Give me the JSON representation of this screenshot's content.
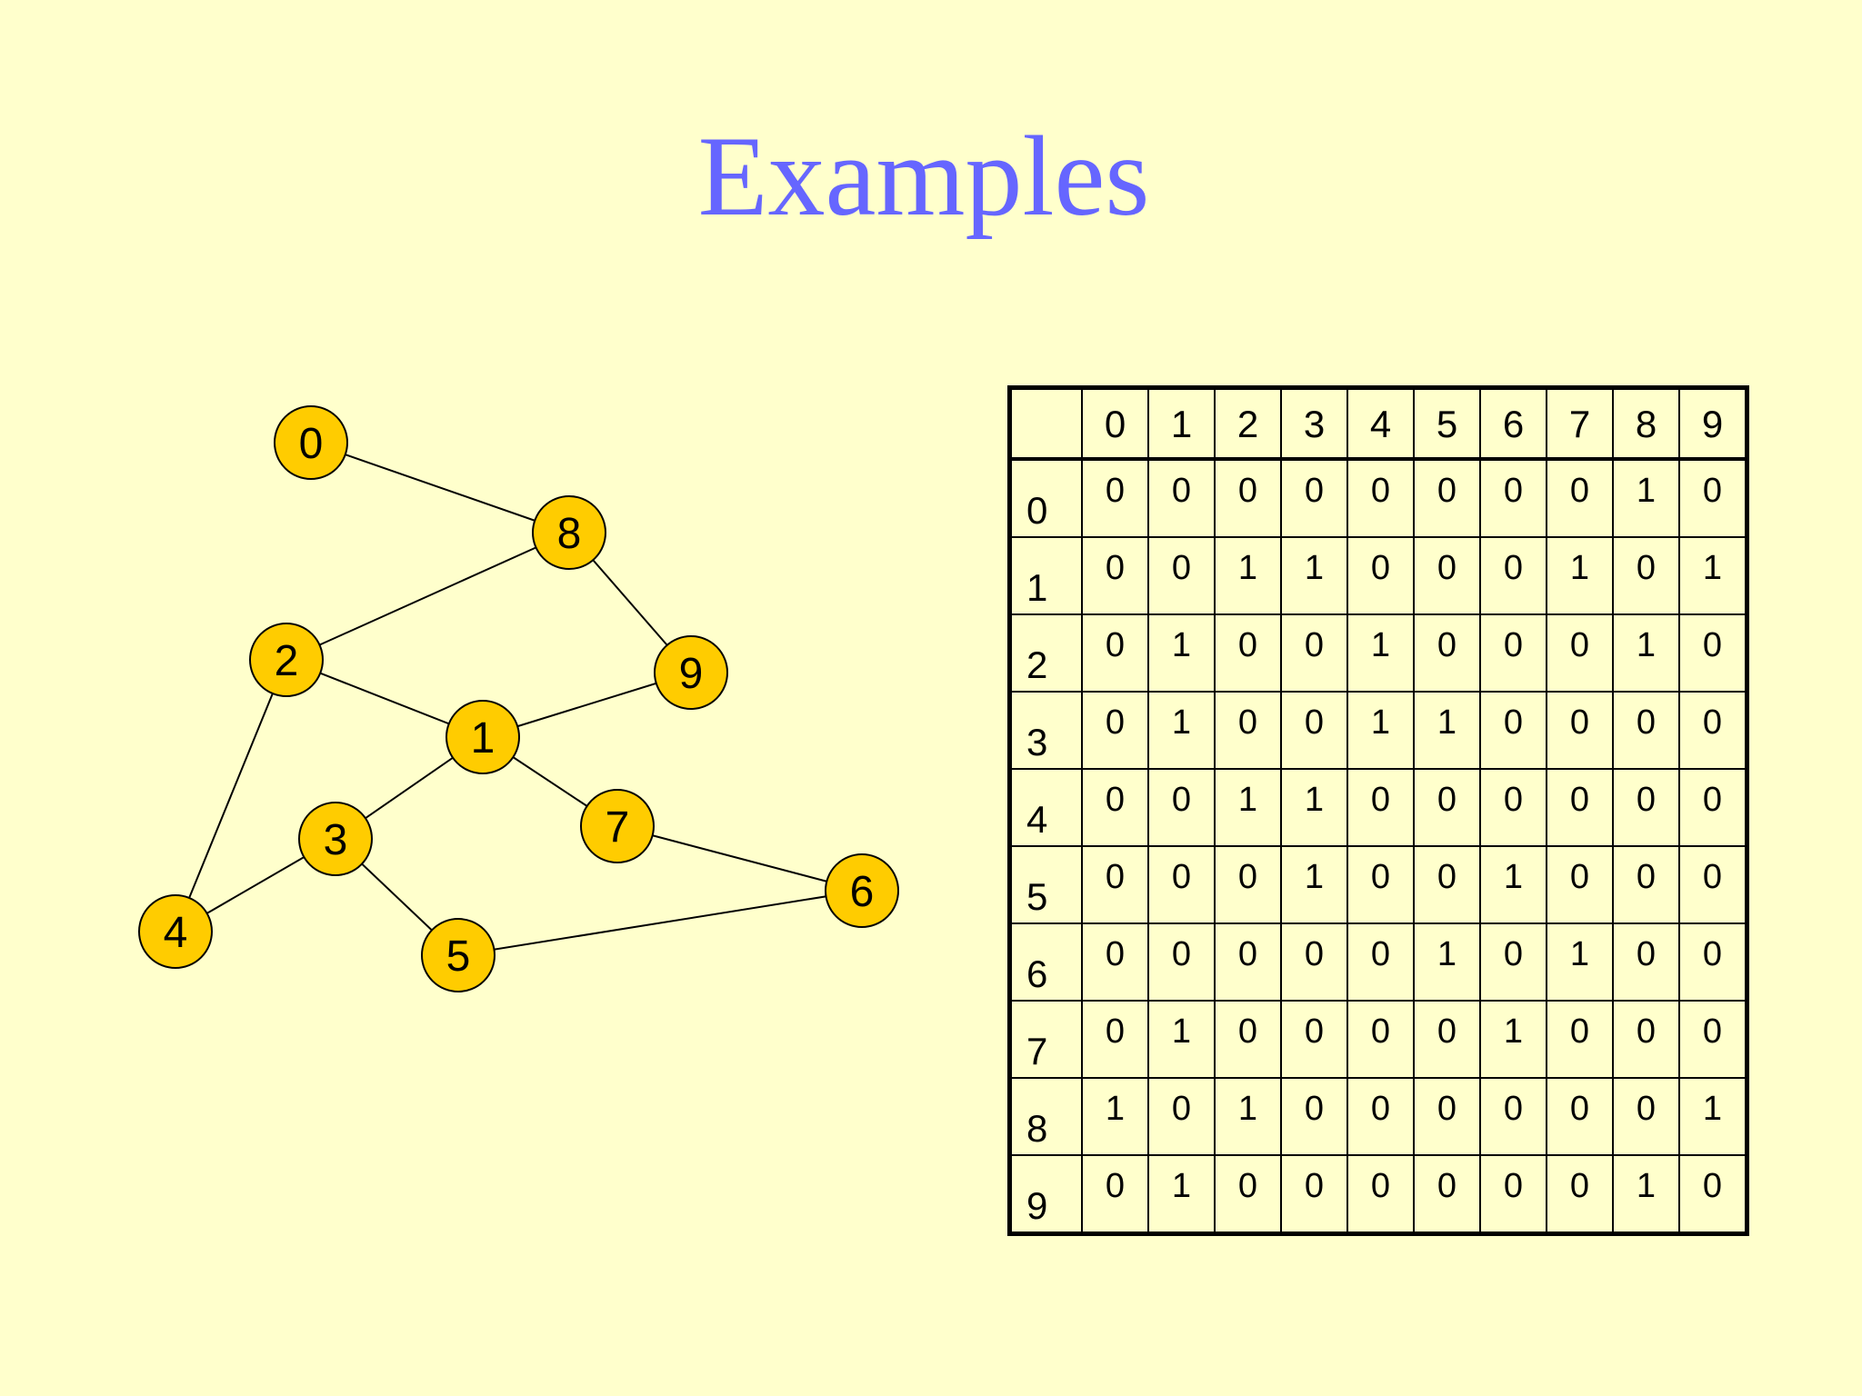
{
  "slide": {
    "title": "Examples",
    "background_color": "#FFFFCC",
    "title_color": "#6666FF"
  },
  "graph": {
    "node_fill": "#FFCC00",
    "node_stroke": "#000000",
    "edge_color": "#000000",
    "nodes": [
      {
        "id": 0,
        "label": "0"
      },
      {
        "id": 1,
        "label": "1"
      },
      {
        "id": 2,
        "label": "2"
      },
      {
        "id": 3,
        "label": "3"
      },
      {
        "id": 4,
        "label": "4"
      },
      {
        "id": 5,
        "label": "5"
      },
      {
        "id": 6,
        "label": "6"
      },
      {
        "id": 7,
        "label": "7"
      },
      {
        "id": 8,
        "label": "8"
      },
      {
        "id": 9,
        "label": "9"
      }
    ],
    "edges": [
      [
        0,
        8
      ],
      [
        8,
        2
      ],
      [
        8,
        9
      ],
      [
        2,
        1
      ],
      [
        2,
        4
      ],
      [
        1,
        9
      ],
      [
        1,
        3
      ],
      [
        1,
        7
      ],
      [
        3,
        4
      ],
      [
        3,
        5
      ],
      [
        5,
        6
      ],
      [
        7,
        6
      ]
    ]
  },
  "matrix": {
    "column_headers": [
      "0",
      "1",
      "2",
      "3",
      "4",
      "5",
      "6",
      "7",
      "8",
      "9"
    ],
    "row_headers": [
      "0",
      "1",
      "2",
      "3",
      "4",
      "5",
      "6",
      "7",
      "8",
      "9"
    ],
    "rows": [
      [
        "0",
        "0",
        "0",
        "0",
        "0",
        "0",
        "0",
        "0",
        "1",
        "0"
      ],
      [
        "0",
        "0",
        "1",
        "1",
        "0",
        "0",
        "0",
        "1",
        "0",
        "1"
      ],
      [
        "0",
        "1",
        "0",
        "0",
        "1",
        "0",
        "0",
        "0",
        "1",
        "0"
      ],
      [
        "0",
        "1",
        "0",
        "0",
        "1",
        "1",
        "0",
        "0",
        "0",
        "0"
      ],
      [
        "0",
        "0",
        "1",
        "1",
        "0",
        "0",
        "0",
        "0",
        "0",
        "0"
      ],
      [
        "0",
        "0",
        "0",
        "1",
        "0",
        "0",
        "1",
        "0",
        "0",
        "0"
      ],
      [
        "0",
        "0",
        "0",
        "0",
        "0",
        "1",
        "0",
        "1",
        "0",
        "0"
      ],
      [
        "0",
        "1",
        "0",
        "0",
        "0",
        "0",
        "1",
        "0",
        "0",
        "0"
      ],
      [
        "1",
        "0",
        "1",
        "0",
        "0",
        "0",
        "0",
        "0",
        "0",
        "1"
      ],
      [
        "0",
        "1",
        "0",
        "0",
        "0",
        "0",
        "0",
        "0",
        "1",
        "0"
      ]
    ]
  }
}
